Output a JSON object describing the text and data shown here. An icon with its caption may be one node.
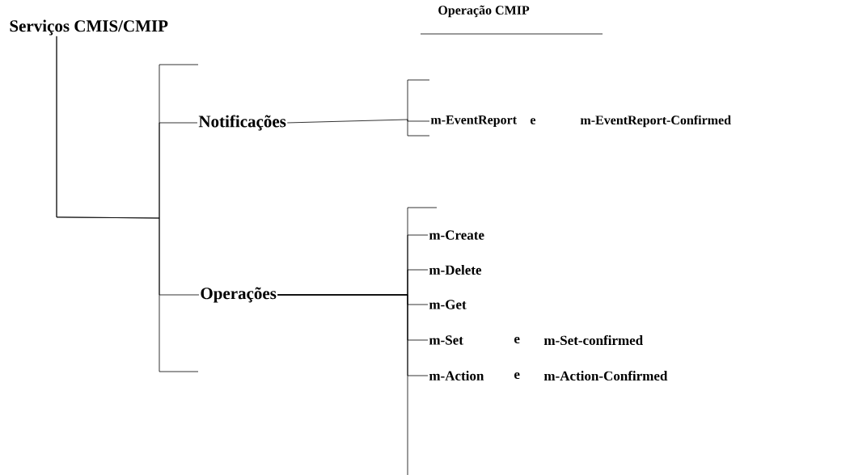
{
  "diagram": {
    "nodes": [
      {
        "text": [
          "Serviços CMIS/CMIP"
        ]
      },
      {
        "text": [
          "Notificações"
        ]
      },
      {
        "text": [
          "Operações"
        ]
      },
      {
        "text": [
          "m-EventReport"
        ],
        "beside": [
          "e",
          "m-EventReport-Confirmed"
        ]
      },
      {
        "text": [
          "m-Create"
        ]
      },
      {
        "text": [
          "m-Delete"
        ]
      },
      {
        "text": [
          "m-Get"
        ]
      },
      {
        "text": [
          "m-Set"
        ],
        "beside": [
          "e",
          "m-Set-confirmed"
        ]
      },
      {
        "text": [
          "m-Action"
        ],
        "beside": [
          "e",
          "m-Action-Confirmed"
        ]
      }
    ],
    "edges": [
      {
        "from": 0,
        "to": 1,
        "arrow": "none"
      },
      {
        "from": 0,
        "to": 2,
        "arrow": "none"
      },
      {
        "from": 1,
        "to": 3,
        "arrow": "none"
      },
      {
        "from": 2,
        "to": 4,
        "arrow": "none"
      },
      {
        "from": 2,
        "to": 5,
        "arrow": "none"
      },
      {
        "from": 2,
        "to": 6,
        "arrow": "none"
      },
      {
        "from": 2,
        "to": 7,
        "arrow": "none"
      },
      {
        "from": 2,
        "to": 8,
        "arrow": "none"
      }
    ],
    "labels": [
      "Operação CMIP"
    ]
  }
}
